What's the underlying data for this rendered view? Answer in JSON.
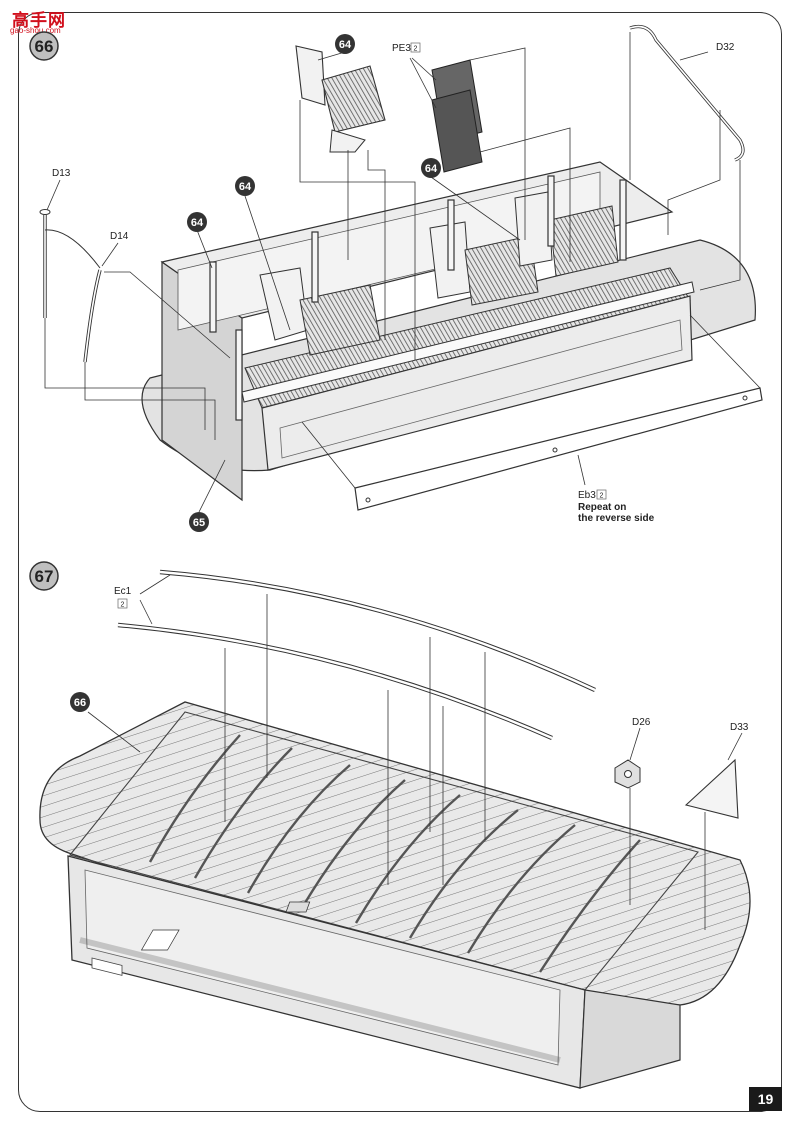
{
  "watermark": {
    "main": "高手网",
    "sub": "gao-shou.com"
  },
  "page_number": "19",
  "steps": [
    {
      "number": "66",
      "callouts": [
        "64",
        "64",
        "64",
        "64",
        "65"
      ],
      "labels": {
        "pe3": "PE3",
        "d32": "D32",
        "d13": "D13",
        "d14": "D14",
        "eb3": "Eb3",
        "repeat_line1": "Repeat on",
        "repeat_line2": "the reverse side"
      },
      "multiplier": "2"
    },
    {
      "number": "67",
      "callouts": [
        "66"
      ],
      "labels": {
        "ec1": "Ec1",
        "d26": "D26",
        "d33": "D33"
      },
      "multiplier": "2"
    }
  ]
}
